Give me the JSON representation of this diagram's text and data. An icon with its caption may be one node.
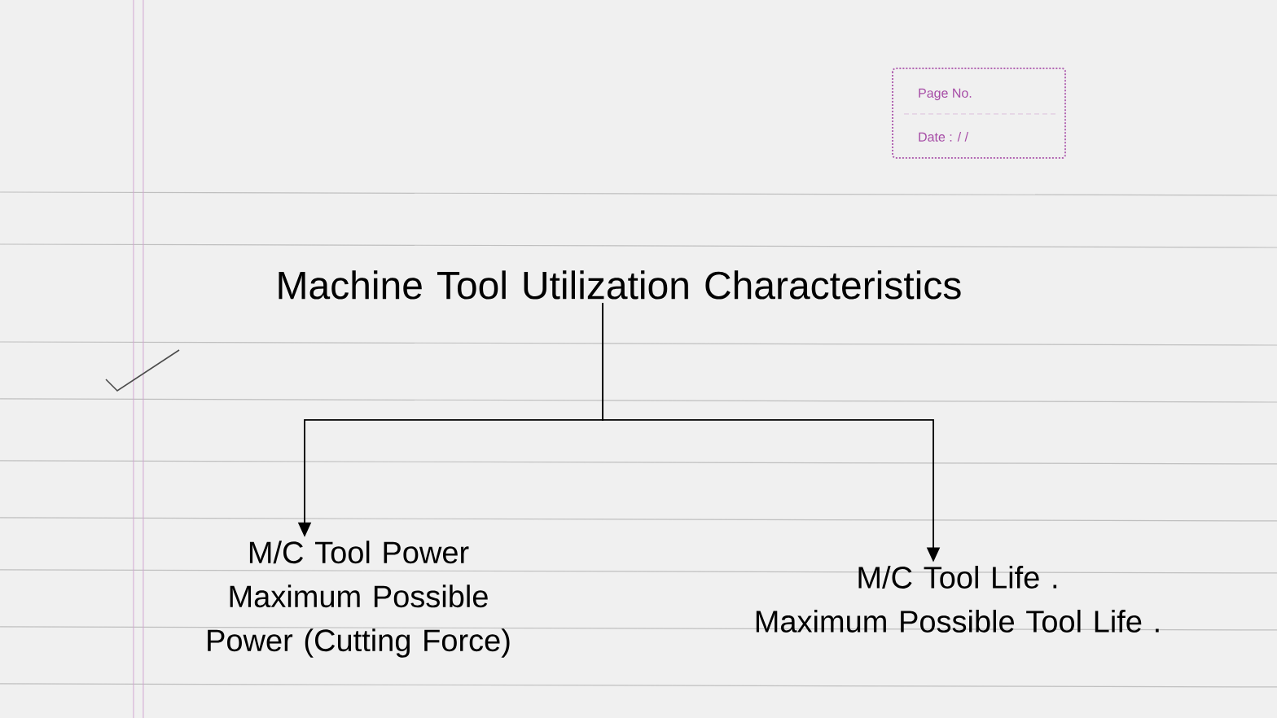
{
  "diagram": {
    "nodes": [
      {
        "text": [
          "Machine Tool Utilization Characteristics"
        ]
      },
      {
        "text": [
          "M/C Tool Power",
          "Maximum Possible Power (Cutting Force)"
        ]
      },
      {
        "text": [
          "M/C Tool Life .",
          "Maximum Possible Tool Life ."
        ]
      }
    ],
    "edges": [
      {
        "from": 0,
        "to": 1,
        "arrow": "to"
      },
      {
        "from": 0,
        "to": 2,
        "arrow": "to"
      }
    ],
    "labels": [
      "Page No.",
      "Date :  /  /"
    ]
  }
}
